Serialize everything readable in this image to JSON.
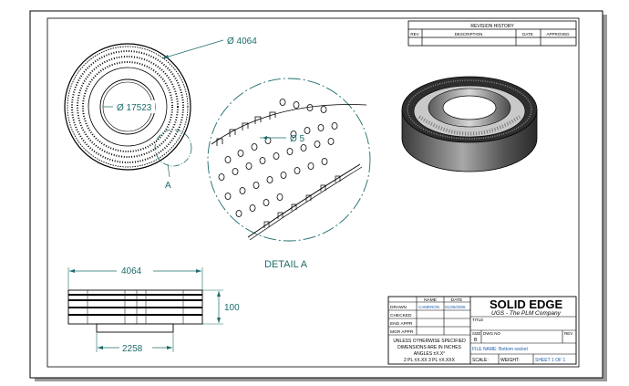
{
  "revision_history": {
    "title": "REVISION HISTORY",
    "columns": [
      "REV",
      "DESCRIPTION",
      "DATE",
      "APPROVED"
    ]
  },
  "dimensions": {
    "outer_diameter": "Ø 4064",
    "inner_diameter": "Ø 17523",
    "hole_diameter": "Ø 5",
    "width_top": "4064",
    "width_bottom": "2258",
    "height": "100"
  },
  "labels": {
    "detail_marker": "A",
    "detail_title": "DETAIL A"
  },
  "title_block": {
    "name_header": "NAME",
    "date_header": "DATE",
    "rows": [
      {
        "label": "DRAWN",
        "name": "CAMERON",
        "date": "01/30/2006"
      },
      {
        "label": "CHECKED",
        "name": "",
        "date": ""
      },
      {
        "label": "ENG APPR",
        "name": "",
        "date": ""
      },
      {
        "label": "MGR APPR",
        "name": "",
        "date": ""
      }
    ],
    "note_line1": "UNLESS OTHERWISE SPECIFIED",
    "note_line2": "DIMENSIONS ARE IN INCHES",
    "note_line3": "ANGLES ±X.X°",
    "note_line4": "2 PL ±X.XX 3 PL ±X.XXX",
    "company": "SOLID EDGE",
    "subtitle": "UGS - The PLM Company",
    "title_label": "TITLE",
    "size_label": "SIZE",
    "size_value": "B",
    "dwg_label": "DWG NO",
    "rev_label": "REV",
    "file_name": "FILE NAME: Bottom socket",
    "scale_label": "SCALE:",
    "weight_label": "WEIGHT:",
    "sheet": "SHEET 1 OF 1"
  }
}
